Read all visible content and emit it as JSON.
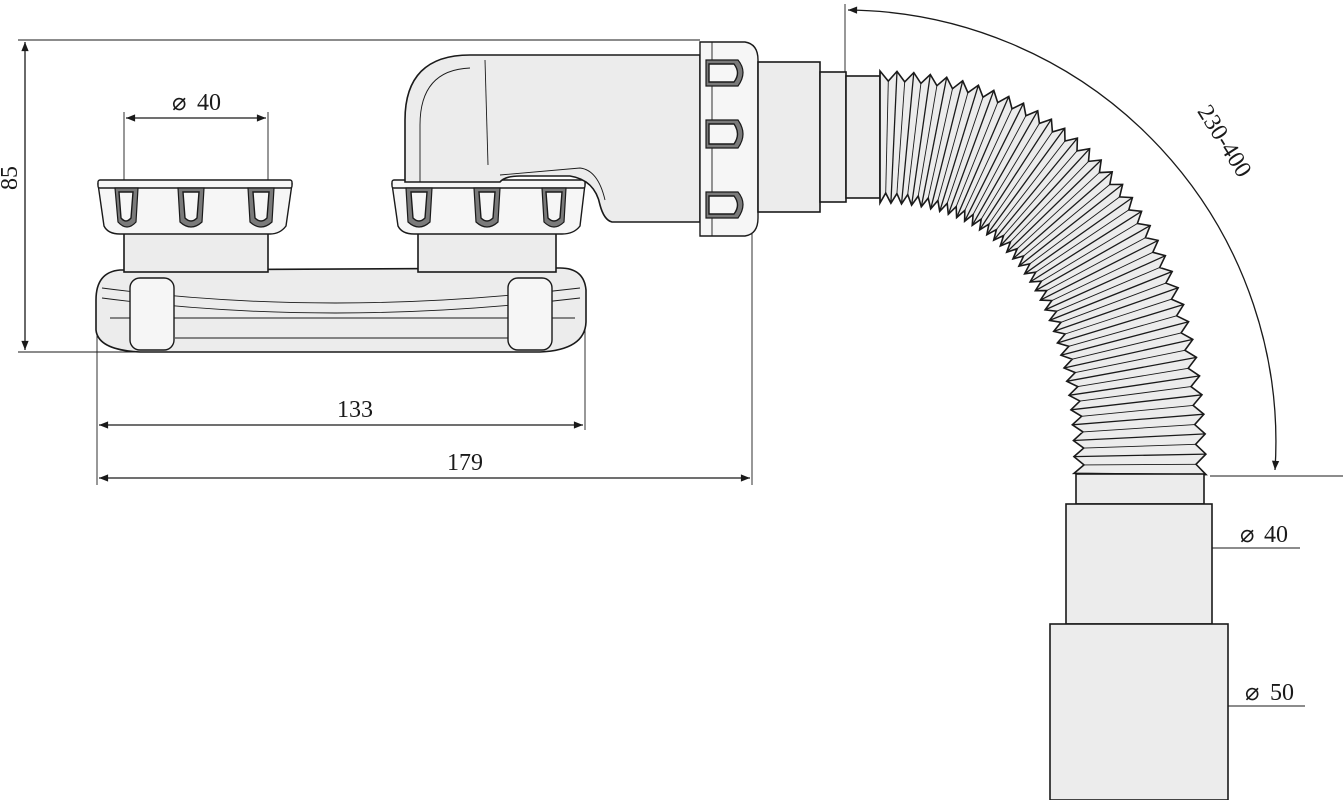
{
  "dimensions": {
    "height": "85",
    "inner_width": "133",
    "total_width": "179",
    "inlet_diameter": "40",
    "hose_length": "230-400",
    "outlet_diameter_inner": "40",
    "outlet_diameter_outer": "50"
  },
  "symbols": {
    "diameter": "⌀"
  }
}
